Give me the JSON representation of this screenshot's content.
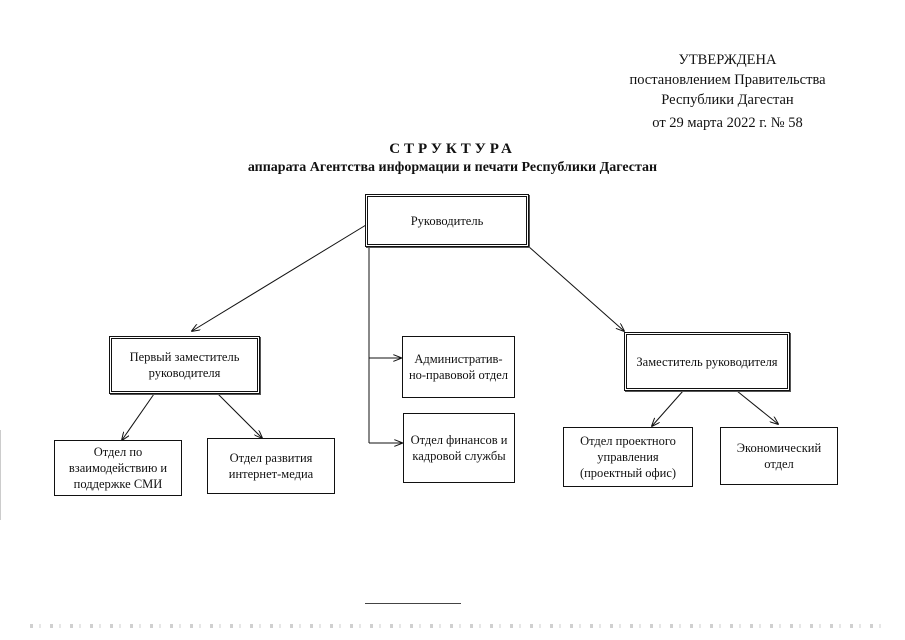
{
  "approval": {
    "line1": "УТВЕРЖДЕНА",
    "line2": "постановлением Правительства",
    "line3": "Республики Дагестан",
    "line4": "от 29 марта 2022 г. № 58"
  },
  "title": {
    "line1": "СТРУКТУРА",
    "line2": "аппарата Агентства информации и печати Республики Дагестан"
  },
  "chart": {
    "head": "Руководитель",
    "first_deputy": "Первый заместитель руководителя",
    "deputy": "Заместитель руководителя",
    "admin_legal": "Административ-но-правовой отдел",
    "finance_hr": "Отдел финансов и кадровой службы",
    "media_dept": "Отдел по взаимодействию и поддержке СМИ",
    "internet_dept": "Отдел развития интернет-медиа",
    "project_dept": "Отдел проектного управления (проектный офис)",
    "economic_dept": "Экономический отдел"
  }
}
